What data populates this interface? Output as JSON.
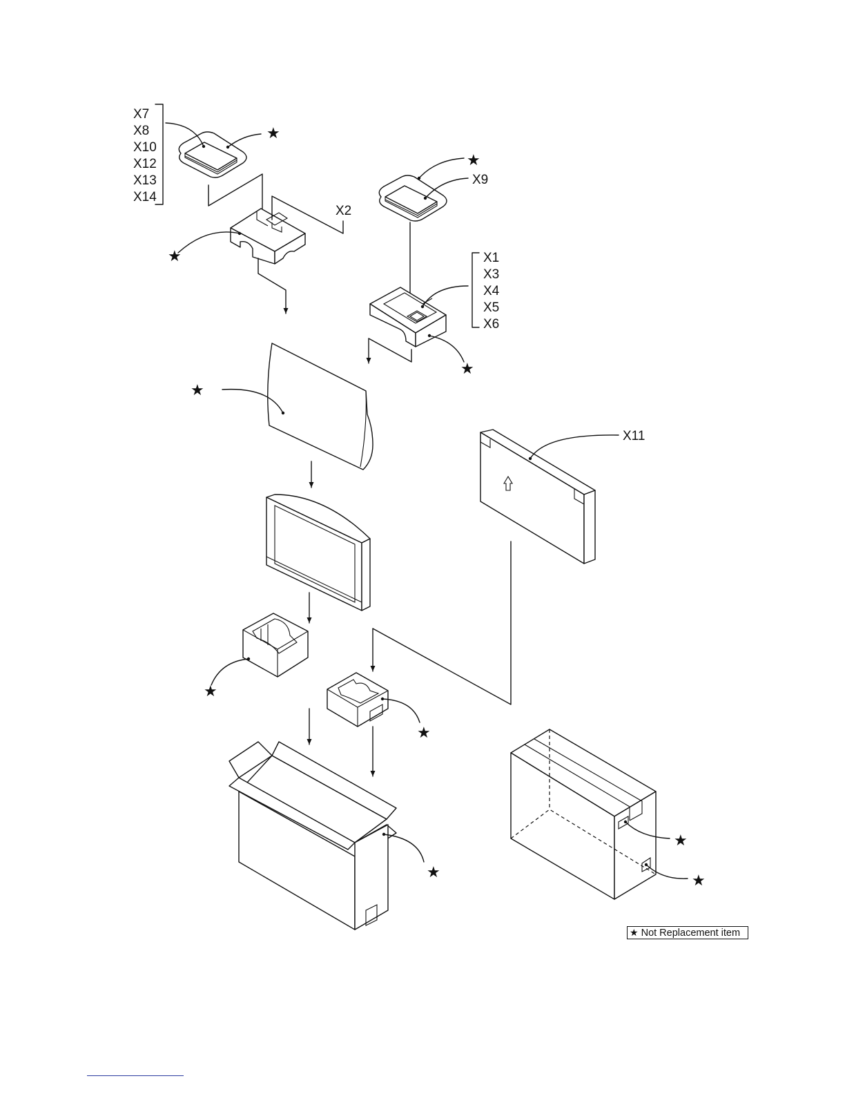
{
  "labels": {
    "left_group": [
      "X7",
      "X8",
      "X10",
      "X12",
      "X13",
      "X14"
    ],
    "right_group": [
      "X1",
      "X3",
      "X4",
      "X5",
      "X6"
    ],
    "x2": "X2",
    "x9": "X9",
    "x11": "X11"
  },
  "star_symbol": "★",
  "legend": {
    "symbol": "★",
    "text": "Not Replacement item"
  },
  "colors": {
    "line": "#111111",
    "background": "#ffffff",
    "footer_rule": "#2a3aa0"
  }
}
